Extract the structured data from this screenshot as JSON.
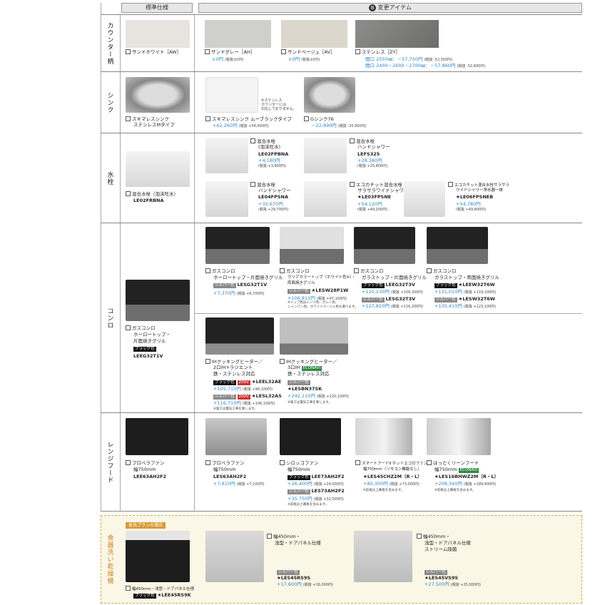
{
  "header": {
    "std": "標準仕様",
    "alt_marker": "B",
    "alt": "変更アイテム"
  },
  "categories": {
    "counter": "カウンター柄",
    "sink": "シンク",
    "faucet": "水栓",
    "stove": "コンロ",
    "hood": "レンジフード",
    "dishwasher": "食器洗い乾燥機"
  },
  "counter": {
    "std": "サンドホワイト［AW］",
    "a1": "サンドグレー［AH］",
    "a1p": "±0円",
    "a1s": "(税抜±0円)",
    "a2": "サンドベージュ［AV］",
    "a2p": "±0円",
    "a2s": "(税抜±0円)",
    "a3": "ステンレス［ZY］",
    "a3r1": "間口 2550㎜：－57,750円",
    "a3r1s": "(税抜 -52,500円)",
    "a3r2": "間口 2400・2600・2700㎜：－57,860円",
    "a3r2s": "(税抜 -52,600円)"
  },
  "sink": {
    "std1": "スキマレスシンク",
    "std2": "ステンレスMタイプ",
    "a1": "スキマレスシンク ムーブラックタイプ",
    "a1p": "+62,260円",
    "a1s": "(税抜 +56,600円)",
    "note1": "※ステンレス",
    "note2": "カウンターには",
    "note3": "対応しておりません。",
    "a2": "Gシンク76",
    "a2p": "－22,990円",
    "a2s": "(税抜 -20,900円)"
  },
  "faucet": {
    "std1": "混合水栓（泡沫吐水）",
    "std2": "LE02FRBNA",
    "a1n": "混合水栓",
    "a1d": "(泡沫吐水)",
    "a1c": "LE02FPBNA",
    "a1p": "+4,180円",
    "a1s": "(税抜 +3,800円)",
    "a2n": "混合水栓",
    "a2d": "ハンドシャワー",
    "a2c": "LEFS325",
    "a2p": "+28,380円",
    "a2s": "(税抜 +25,800円)",
    "a3n": "混合水栓",
    "a3d": "ハンドシャワー",
    "a3c": "LE04FPSNA",
    "a3p": "+32,670円",
    "a3s": "(税抜 +29,700円)",
    "a4n": "エコカチット混合水栓",
    "a4d": "サラサラワイドシャワー",
    "a4c": "★LE03FPSNE",
    "a4p": "+54,120円",
    "a4s": "(税抜 +49,200円)",
    "a5n": "エコカチット混合水栓サラサラ",
    "a5d": "ワイドシャワー浄水器一体",
    "a5c": "★LE06FPSNEB",
    "a5p": "+54,780円",
    "a5s": "(税抜 +49,800円)"
  },
  "stove": {
    "std1": "ガスコンロ",
    "std2": "ホーロートップ・",
    "std3": "片面焼きグリル",
    "stdb": "ブラック色",
    "stdc": "LEEG32T1V",
    "g1": "ガスコンロ",
    "g1d": "ホーロートップ・片面焼きグリル",
    "g1b": "シルバー色",
    "g1c": "LESG32T1V",
    "g1p": "+7,370円",
    "g1s": "(税抜 +6,700円)",
    "g2": "ガスコンロ",
    "g2d": "クリアカラートップ（ホワイト色※）・",
    "g2d2": "両面焼きグリル",
    "g2b": "シルバー色",
    "g2c": "★LESW28P1W",
    "g2p": "+106,810円",
    "g2s": "(税抜 +97,100円)",
    "g2n1": "※トップ色はレンジ色、グレー色、",
    "g2n2": "シャンパン色、ホワイトベージュ色も選べます。",
    "g3": "ガスコンロ",
    "g3d": "ガラストップ・片面焼きグリル",
    "g3b1": "ブラック色",
    "g3c1": "LEEG32T3V",
    "g3p1": "+120,230円",
    "g3s1": "(税抜 +109,300円)",
    "g3b2": "シルバー色",
    "g3c2": "LESG32T3V",
    "g3p2": "+127,820円",
    "g3s2": "(税抜 +116,200円)",
    "g4": "ガスコンロ",
    "g4d": "ガラストップ・両面焼きグリル",
    "g4b1": "ブラック色",
    "g4c1": "★LEEW32T6W",
    "g4p1": "+131,010円",
    "g4s1": "(税抜 +119,100円)",
    "g4b2": "シルバー色",
    "g4c2": "★LESW32T6W",
    "g4p2": "+135,410円",
    "g4s2": "(税抜 +123,100円)",
    "ih1": "IHクッキングヒーター／",
    "ih1b": "2口IH+ラジエント",
    "ih1m": "鉄・ステンレス対応",
    "ih1b1": "ブラック色",
    "ih1r": "200V",
    "ih1c1": "★LEEL32AE",
    "ih1p1": "+105,710円",
    "ih1s1": "(税抜 +96,100円)",
    "ih1b2": "シルバー色",
    "ih1c2": "★LESL32AS",
    "ih1p2": "+116,710円",
    "ih1s2": "(税抜 +106,100円)",
    "ih1n": "※施工は電気工事を要します。",
    "ih2": "IHクッキングヒーター／",
    "ih2b": "3口IH",
    "ih2e": "ECONAVI",
    "ih2m": "鉄・ステンレス対応",
    "ih2b1": "シルバー色",
    "ih2c": "★LESBN37SK",
    "ih2p": "+242,110円",
    "ih2s": "(税抜 +220,100円)",
    "ih2n": "※施工は電気工事を要します。"
  },
  "hood": {
    "std1": "プロペラファン",
    "std2": "幅750mm",
    "std3": "LEE63AH2F2",
    "h1": "プロペラファン",
    "h1w": "幅750mm",
    "h1c": "LES63AH2F2",
    "h1p": "+7,810円",
    "h1s": "(税抜 +7,100円)",
    "h2": "シロッコファン",
    "h2w": "幅750mm",
    "h2b1": "ブラック色",
    "h2c1": "LEE73AH2F2",
    "h2p1": "+26,400円",
    "h2s1": "(税抜 +24,000円)",
    "h2b2": "シルバー色",
    "h2c2": "LES73AH2F2",
    "h2p2": "+35,750円",
    "h2s2": "(税抜 +32,500円)",
    "h2n": "※前板は上幕板を含みます。",
    "h3": "スマートフードⅡ ホットエコロファン・",
    "h3w": "幅750mm（リモコン機能なし）",
    "h3c": "★LES45CHZ2M（R・L）",
    "h3p": "+80,300円",
    "h3s": "(税抜 +73,000円)",
    "h3n": "※前板は上幕板を含みます。",
    "h4": "ほっとくリーンフード",
    "h4w": "幅750mm",
    "h4e": "ECONAVI",
    "h4c": "★LES16BHWZ2M（R・L）",
    "h4p": "+208,340円",
    "h4s": "(税抜 +189,400円)",
    "h4n": "※前板は上幕板を含みます。"
  },
  "dishwasher": {
    "plan": "食洗プランの場合",
    "std1": "幅450mm・浅型・ドアパネル仕様",
    "stdb": "ブラック色",
    "stdc": "★LEE45RS9K",
    "d1a": "幅450mm・",
    "d1b": "浅型・ドアパネル仕様",
    "d1bd": "シルバー色",
    "d1c": "★LES45RS9S",
    "d1p": "+17,600円",
    "d1s": "(税抜 +16,000円)",
    "d2a": "幅450mm・",
    "d2b": "浅型・ドアパネル仕様",
    "d2c2": "ストリーム除菌",
    "d2bd": "シルバー色",
    "d2c": "★LES45VS9S",
    "d2p": "+27,500円",
    "d2s": "(税抜 +25,000円)"
  }
}
